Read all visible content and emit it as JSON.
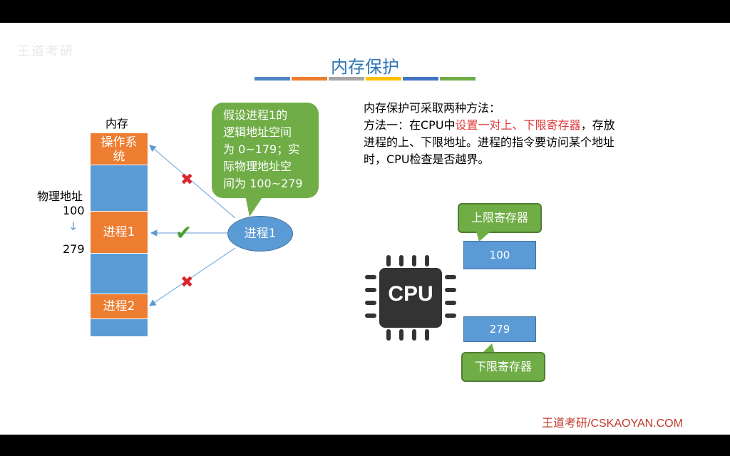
{
  "watermark": "王道考研",
  "title": "内存保护",
  "title_bar_colors": [
    "#4f86c6",
    "#ed7d31",
    "#a5a5a5",
    "#ffc000",
    "#4472c4",
    "#70ad47"
  ],
  "memory": {
    "label": "内存",
    "segments": [
      {
        "label": "操作系统",
        "line1": "操作系",
        "line2": "统",
        "kind": "os"
      },
      {
        "label": "",
        "kind": "free"
      },
      {
        "label": "进程1",
        "kind": "proc"
      },
      {
        "label": "",
        "kind": "free"
      },
      {
        "label": "进程2",
        "kind": "proc"
      },
      {
        "label": "",
        "kind": "free"
      }
    ]
  },
  "physical_address": {
    "label": "物理地址",
    "start": "100",
    "arrow": "↓",
    "end": "279"
  },
  "process_node": {
    "label": "进程1"
  },
  "callout": {
    "lines": [
      "假设进程1的",
      "逻辑地址空间",
      "为 0~179；实",
      "际物理地址空",
      "间为 100~279"
    ]
  },
  "access_marks": {
    "top": "✖",
    "middle": "✔",
    "bottom": "✖"
  },
  "description": {
    "line1": "内存保护可采取两种方法：",
    "line2_prefix": "方法一：在CPU中",
    "line2_highlight": "设置一对上、下限寄存器",
    "line2_suffix": "，存放",
    "line3": "进程的上、下限地址。进程的指令要访问某个地址",
    "line4": "时，CPU检查是否越界。"
  },
  "cpu": {
    "label": "CPU"
  },
  "upper_register": {
    "label": "上限寄存器",
    "value": "100"
  },
  "lower_register": {
    "label": "下限寄存器",
    "value": "279"
  },
  "footer": "王道考研/CSKAOYAN.COM"
}
